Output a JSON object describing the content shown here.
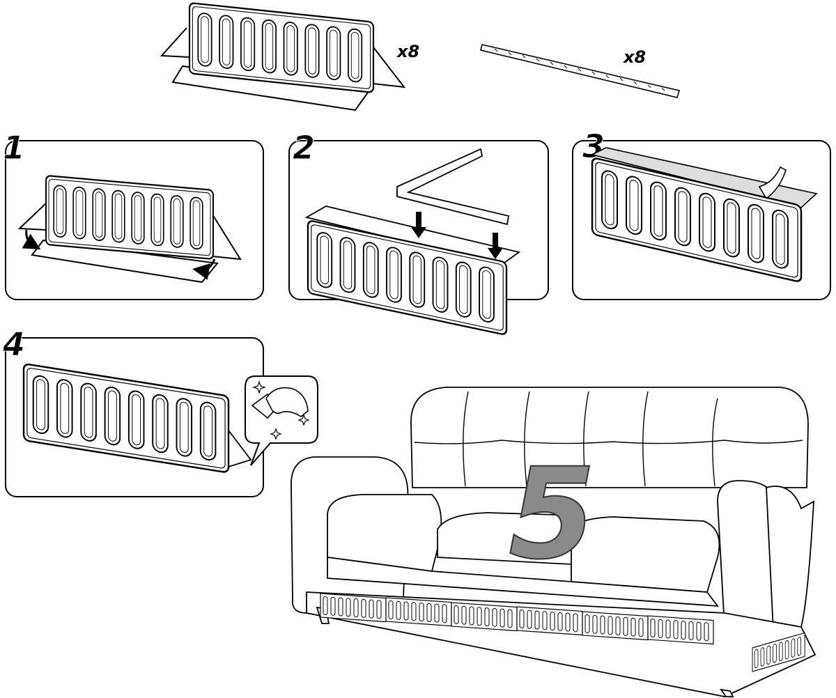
{
  "parts": {
    "guard_qty": "x8",
    "strip_qty": "x8"
  },
  "steps": [
    {
      "label": "1"
    },
    {
      "label": "2"
    },
    {
      "label": "3"
    },
    {
      "label": "4"
    },
    {
      "label": "5"
    }
  ],
  "colors": {
    "line": "#000000",
    "accent_gray": "#8a8a8a",
    "background": "#ffffff"
  }
}
